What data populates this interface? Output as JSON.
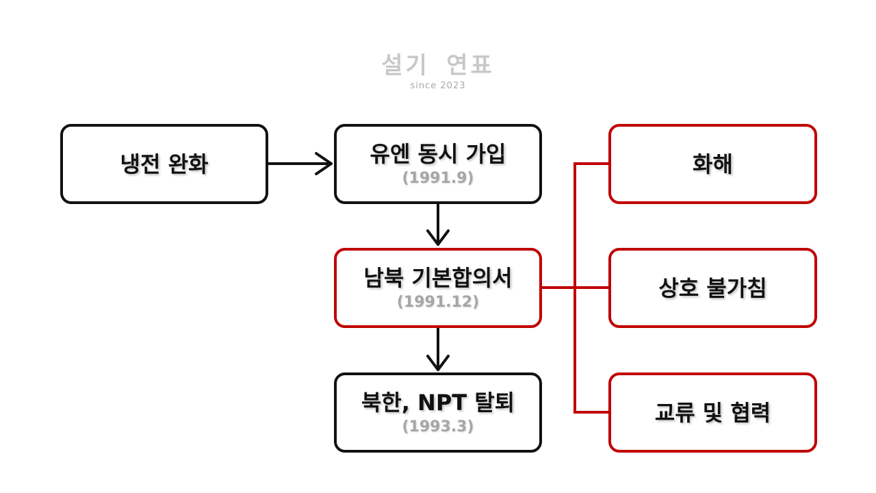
{
  "watermark": {
    "title": "설기 연표",
    "subtitle": "since 2023"
  },
  "colors": {
    "black_border": "#111111",
    "red_border": "#c00000",
    "date_text": "#a6a6a6"
  },
  "nodes": {
    "cold_war_easing": {
      "label": "냉전 완화"
    },
    "un_joint_entry": {
      "label": "유엔 동시 가입",
      "date": "(1991.9)"
    },
    "basic_agreement": {
      "label": "남북 기본합의서",
      "date": "(1991.12)"
    },
    "npt_withdrawal": {
      "label": "북한, NPT 탈퇴",
      "date": "(1993.3)"
    },
    "reconciliation": {
      "label": "화해"
    },
    "non_aggression": {
      "label": "상호 불가침"
    },
    "exchange_cooperation": {
      "label": "교류 및 협력"
    }
  }
}
